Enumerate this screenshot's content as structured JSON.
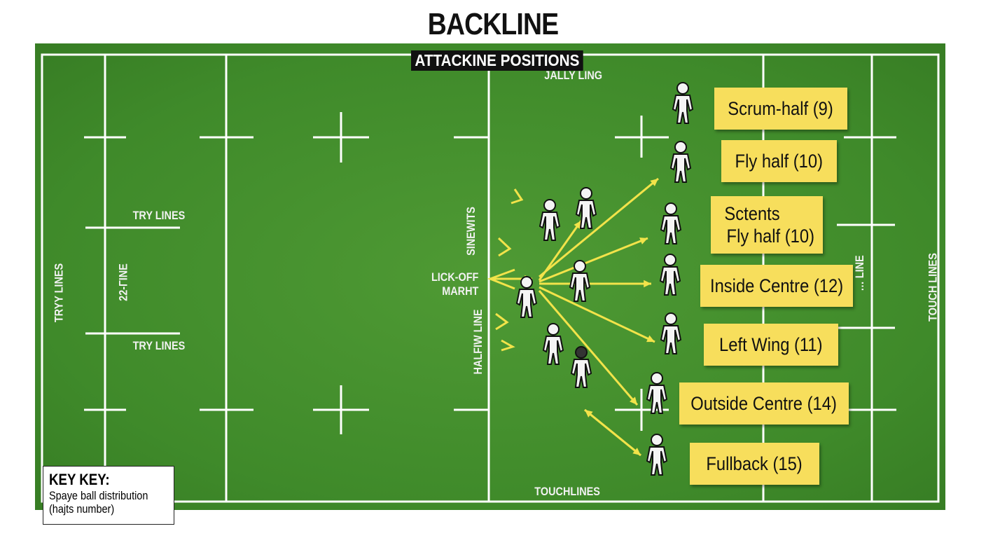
{
  "title": "BACKLINE",
  "subtitle": "ATTACKINE POSITIONS",
  "field_labels": {
    "top_center": "JALLY LING",
    "try_lines_top": "TRY LINES",
    "try_lines_bottom": "TRY LINES",
    "left_vertical": "TRYY LINES",
    "twenty_two": "22-ΓINE",
    "sinewits": "SINEWITS",
    "kick_off": "LICK-OFF",
    "kick_off_2": "MARHT",
    "halfway": "HALFIW LINE",
    "right_partial": "… LINE",
    "touch_lines": "TOUCH LINES",
    "touchlines_bottom": "TOUCHLINES"
  },
  "positions": [
    {
      "label": "Scrum-half (9)"
    },
    {
      "label": "Fly half (10)"
    },
    {
      "label": "Sctents",
      "label2": "Fly half (10)"
    },
    {
      "label": "Inside Centre (12)"
    },
    {
      "label": "Left Wing (11)"
    },
    {
      "label": "Outside Centre (14)"
    },
    {
      "label": "Fullback (15)"
    }
  ],
  "key": {
    "heading": "KEY KEY:",
    "line1": "Spaye ball distribution",
    "line2": "(hajts number)"
  },
  "colors": {
    "field": "#3f8a2a",
    "label_bg": "#f7de5c",
    "arrow": "#f2e34a",
    "lines": "#ffffff"
  }
}
